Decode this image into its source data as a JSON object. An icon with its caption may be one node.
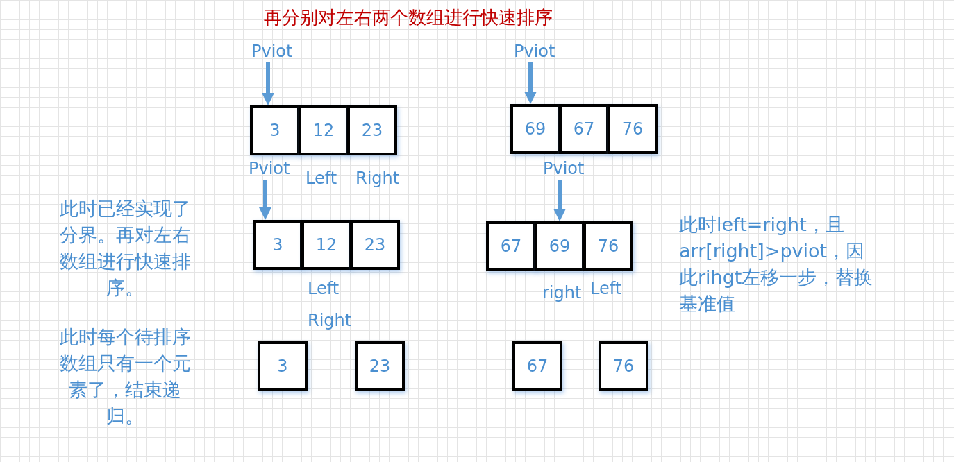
{
  "diagram": {
    "title": "再分别对左右两个数组进行快速排序",
    "nodes": [
      {
        "text": [
          "Pviot"
        ]
      },
      {
        "text": [
          "3"
        ]
      },
      {
        "text": [
          "12"
        ]
      },
      {
        "text": [
          "23"
        ]
      },
      {
        "text": [
          "Pviot"
        ]
      },
      {
        "text": [
          "69"
        ]
      },
      {
        "text": [
          "67"
        ]
      },
      {
        "text": [
          "76"
        ]
      },
      {
        "text": [
          "Pviot"
        ]
      },
      {
        "text": [
          "3"
        ]
      },
      {
        "text": [
          "12"
        ]
      },
      {
        "text": [
          "23"
        ]
      },
      {
        "text": [
          "Pviot"
        ]
      },
      {
        "text": [
          "67"
        ]
      },
      {
        "text": [
          "69"
        ]
      },
      {
        "text": [
          "76"
        ]
      },
      {
        "text": [
          "3"
        ]
      },
      {
        "text": [
          "23"
        ]
      },
      {
        "text": [
          "67"
        ]
      },
      {
        "text": [
          "76"
        ]
      }
    ],
    "edges": [
      {
        "from": 0,
        "to": 1,
        "arrow": "to"
      },
      {
        "from": 4,
        "to": 5,
        "arrow": "to"
      },
      {
        "from": 8,
        "to": 9,
        "arrow": "to"
      },
      {
        "from": 12,
        "to": 14,
        "arrow": "to"
      }
    ],
    "labels": [
      "Left",
      "Right",
      "此时已经实现了分界。再对左右数组进行快速排序。",
      "此时left=right，且arr[right]>pviot，因此rihgt左移一步，替换基准值",
      "Left",
      "right",
      "Left",
      "Right",
      "此时每个待排序数组只有一个元素了，结束递归。"
    ]
  }
}
